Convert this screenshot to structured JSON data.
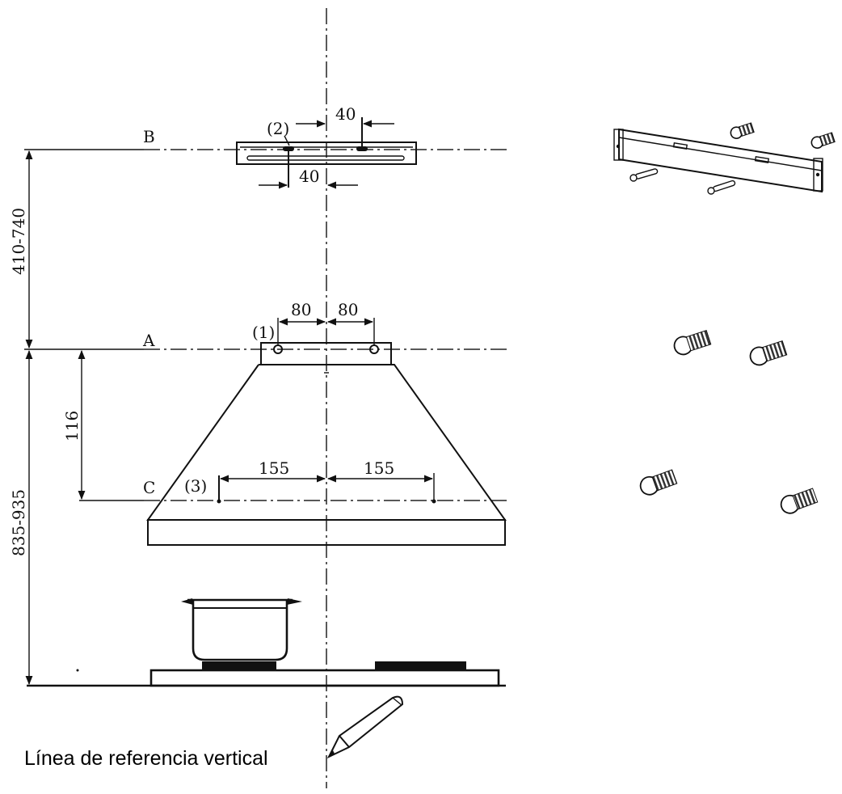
{
  "reference_lines": {
    "b": "B",
    "a": "A",
    "c": "C"
  },
  "callouts": {
    "one": "(1)",
    "two": "(2)",
    "three": "(3)"
  },
  "dimensions": {
    "bracket_upper_offset": "40",
    "bracket_lower_offset": "40",
    "screw_left": "80",
    "screw_right": "80",
    "lower_left": "155",
    "lower_right": "155",
    "a_to_c": "116",
    "b_to_a": "410-740",
    "hob_to_a": "835-935"
  },
  "caption": "Línea de referencia vertical"
}
